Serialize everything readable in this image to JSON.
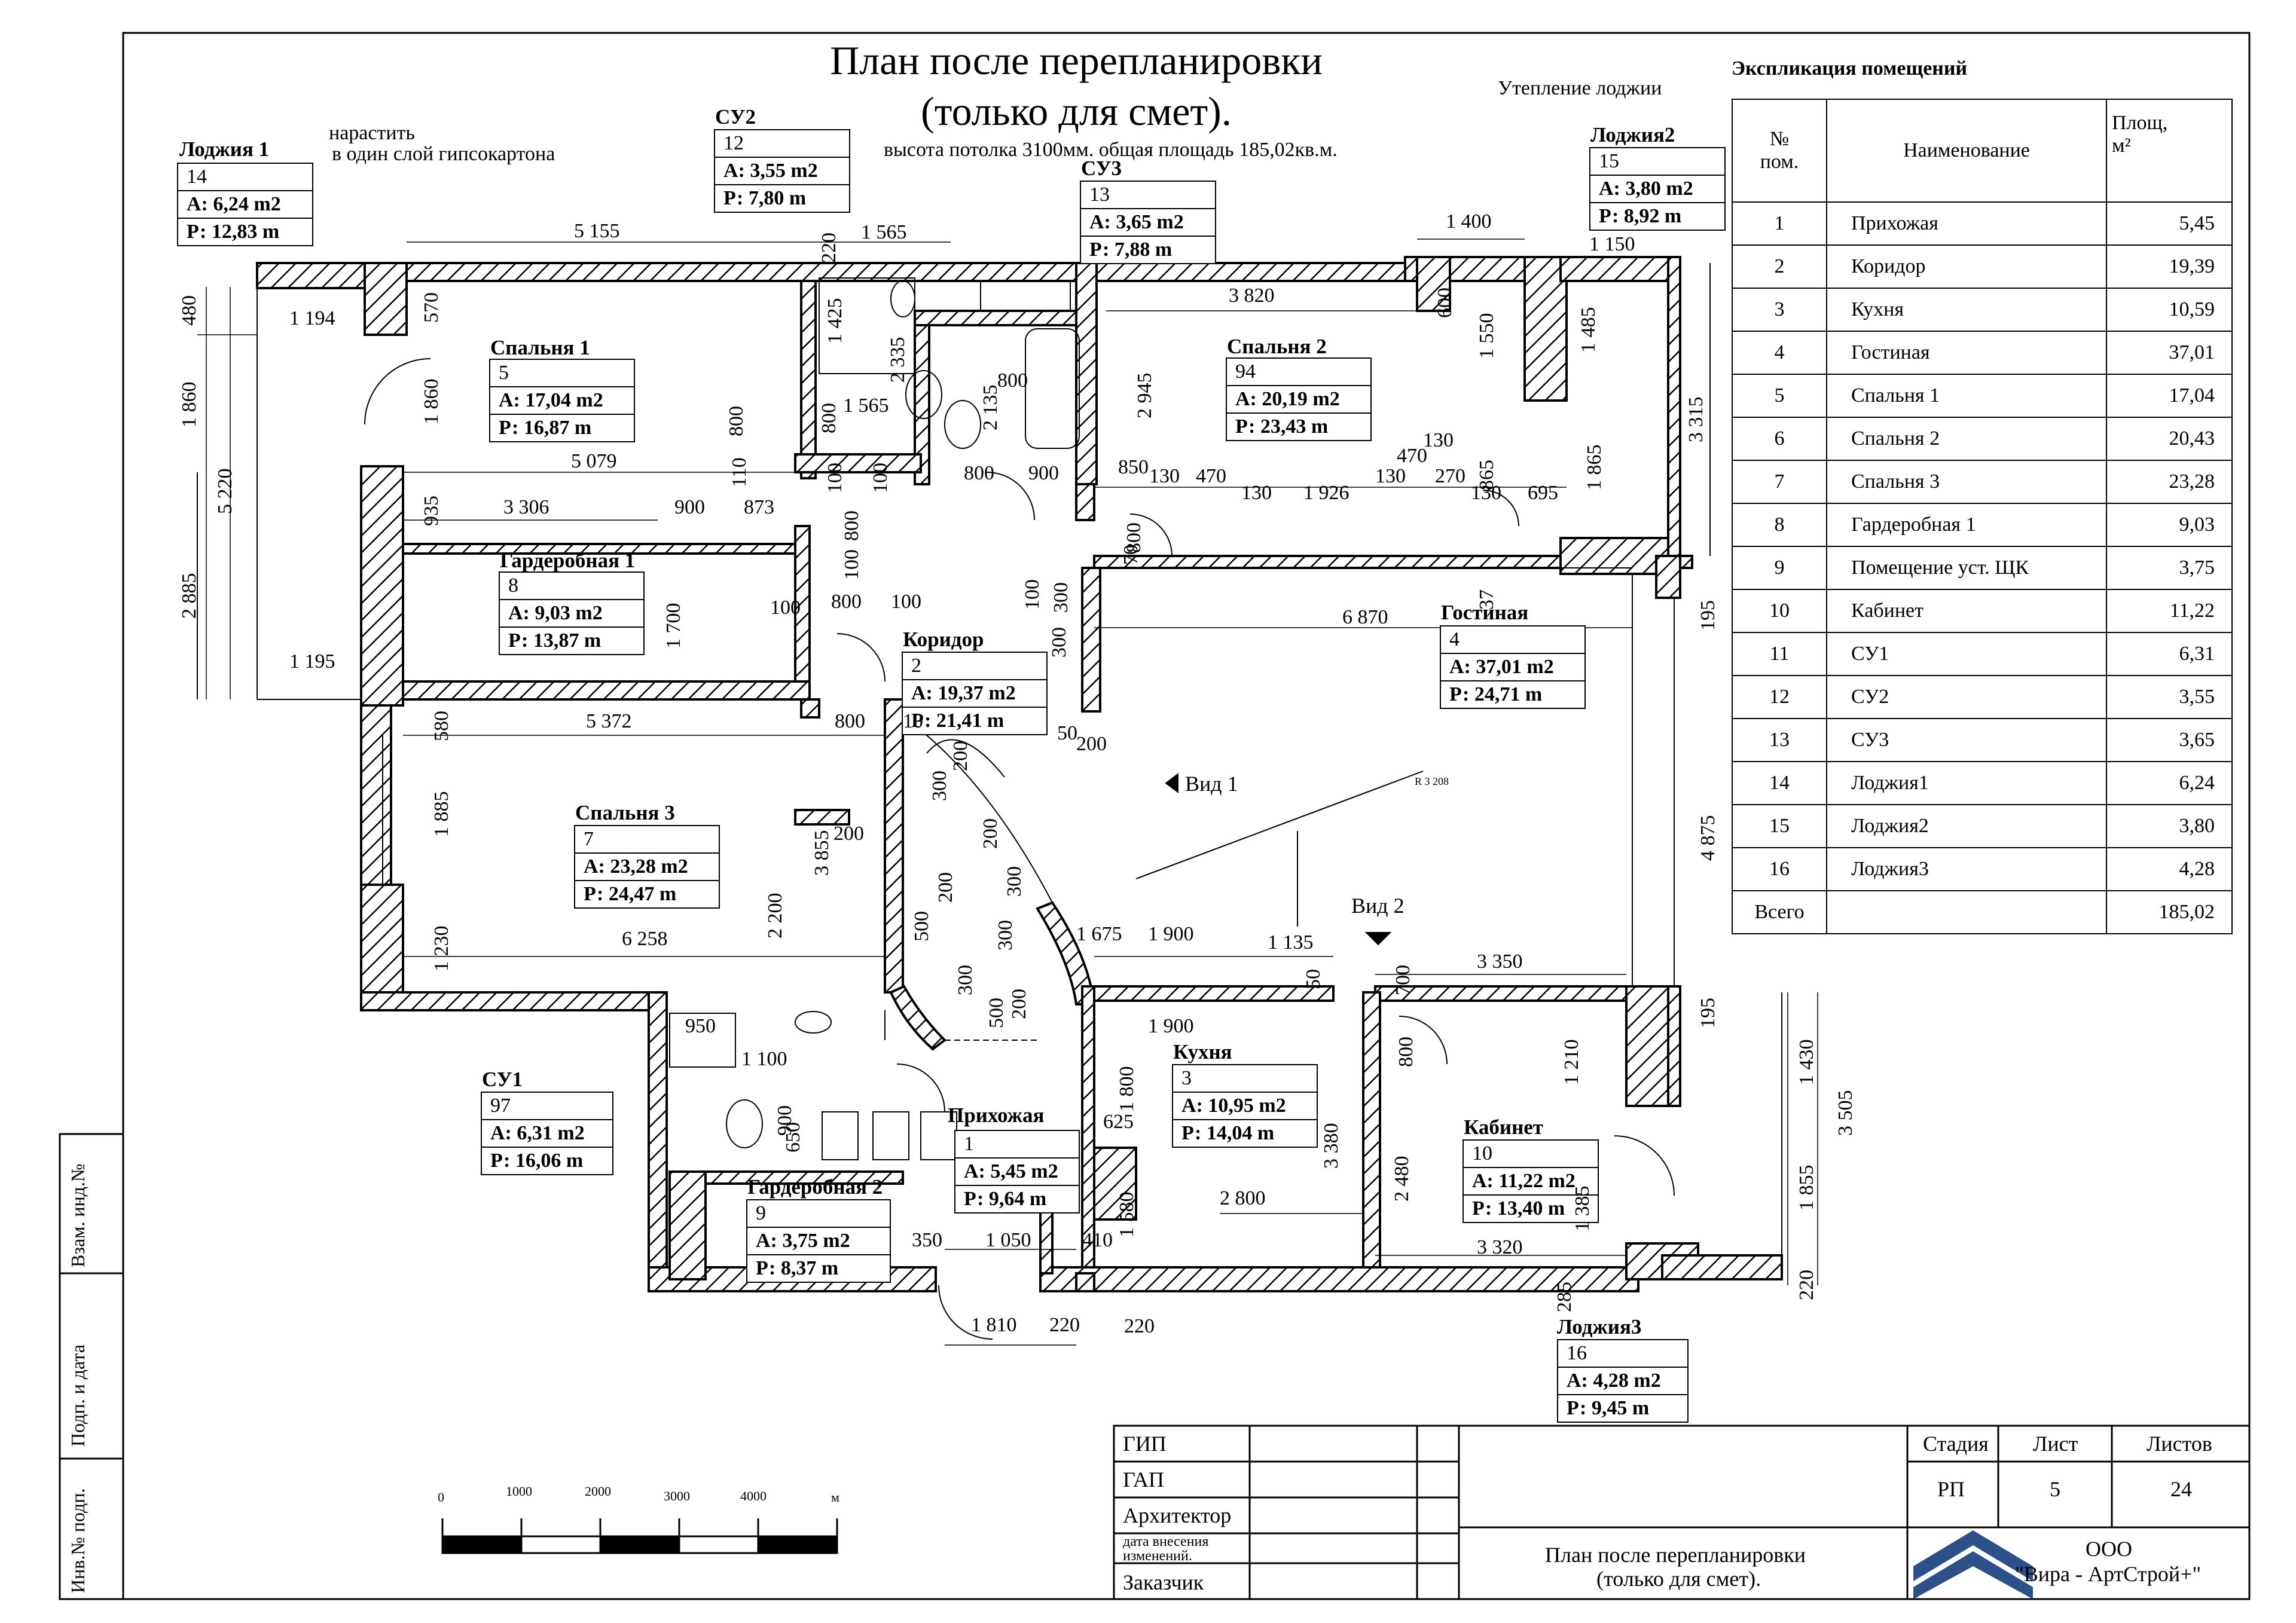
{
  "title": {
    "line1": "План после перепланировки",
    "line2": "(только для смет)."
  },
  "subtitle": "высота потолка 3100мм. общая площадь  185,02кв.м.",
  "notes": {
    "gypsum": [
      "нарастить",
      "в один слой гипсокартона"
    ],
    "insulation": "Утепление лоджии"
  },
  "rooms": [
    {
      "label": "Лоджия 1",
      "num": "14",
      "area": "А: 6,24 m2",
      "perim": "Р: 12,83 m"
    },
    {
      "label": "СУ2",
      "num": "12",
      "area": "А: 3,55 m2",
      "perim": "Р: 7,80 m"
    },
    {
      "label": "СУ3",
      "num": "13",
      "area": "А: 3,65 m2",
      "perim": "Р: 7,88 m"
    },
    {
      "label": "Лоджия2",
      "num": "15",
      "area": "А: 3,80 m2",
      "perim": "Р: 8,92 m"
    },
    {
      "label": "Спальня 1",
      "num": "5",
      "area": "А: 17,04 m2",
      "perim": "Р: 16,87 m"
    },
    {
      "label": "Спальня 2",
      "num": "94",
      "area": "А: 20,19 m2",
      "perim": "Р: 23,43 m"
    },
    {
      "label": "Гардеробная 1",
      "num": "8",
      "area": "А: 9,03 m2",
      "perim": "Р: 13,87 m"
    },
    {
      "label": "Коридор",
      "num": "2",
      "area": "А: 19,37 m2",
      "perim": "Р: 21,41 m"
    },
    {
      "label": "Гостиная",
      "num": "4",
      "area": "А: 37,01 m2",
      "perim": "Р: 24,71 m"
    },
    {
      "label": "Спальня 3",
      "num": "7",
      "area": "А: 23,28 m2",
      "perim": "Р: 24,47 m"
    },
    {
      "label": "СУ1",
      "num": "97",
      "area": "А: 6,31 m2",
      "perim": "Р: 16,06 m"
    },
    {
      "label": "Прихожая",
      "num": "1",
      "area": "А: 5,45 m2",
      "perim": "Р: 9,64 m"
    },
    {
      "label": "Кухня",
      "num": "3",
      "area": "А: 10,95 m2",
      "perim": "Р: 14,04 m"
    },
    {
      "label": "Кабинет",
      "num": "10",
      "area": "А: 11,22 m2",
      "perim": "Р: 13,40 m"
    },
    {
      "label": "Гардеробная 2",
      "num": "9",
      "area": "А: 3,75 m2",
      "perim": "Р: 8,37 m"
    },
    {
      "label": "Лоджия3",
      "num": "16",
      "area": "А: 4,28 m2",
      "perim": "Р: 9,45 m"
    }
  ],
  "dims": [
    "5 155",
    "1 565",
    "220",
    "1 400",
    "1 150",
    "1 194",
    "480",
    "570",
    "1 860",
    "1 860",
    "5 220",
    "2 885",
    "1 195",
    "1 425",
    "2 335",
    "1 565",
    "800",
    "2 135",
    "800",
    "3 820",
    "600",
    "1 550",
    "1 485",
    "2 945",
    "3 315",
    "5 079",
    "110",
    "800",
    "100",
    "100",
    "800",
    "900",
    "850",
    "130",
    "470",
    "130",
    "1 926",
    "130",
    "470",
    "130",
    "270",
    "865",
    "130",
    "695",
    "1 865",
    "935",
    "3 306",
    "900",
    "873",
    "800",
    "100",
    "100",
    "800",
    "100",
    "70",
    "800",
    "1 700",
    "300",
    "300",
    "100",
    "37",
    "6 870",
    "195",
    "5 372",
    "800",
    "10",
    "50",
    "200",
    "580",
    "1 885",
    "200",
    "3 855",
    "2 200",
    "4 875",
    "300",
    "200",
    "200",
    "300",
    "200",
    "300",
    "500",
    "1 230",
    "6 258",
    "300",
    "500",
    "1 675",
    "1 900",
    "1 135",
    "50",
    "3 350",
    "700",
    "200",
    "950",
    "1 100",
    "900",
    "650",
    "1 900",
    "800",
    "1 800",
    "1 210",
    "1 430",
    "195",
    "3 505",
    "220",
    "625",
    "3 380",
    "2 480",
    "1 580",
    "2 800",
    "1 855",
    "1 385",
    "3 320",
    "220",
    "350",
    "1 050",
    "410",
    "285",
    "1 810",
    "220",
    "R 3 208"
  ],
  "views": {
    "v1": "Вид 1",
    "v2": "Вид 2"
  },
  "explication": {
    "title": "Экспликация помещений",
    "headers": {
      "num": [
        "№",
        "пом."
      ],
      "name": "Наименование",
      "area": [
        "Площ,",
        "м²"
      ]
    },
    "rows": [
      {
        "n": "1",
        "name": "Прихожая",
        "area": "5,45"
      },
      {
        "n": "2",
        "name": "Коридор",
        "area": "19,39"
      },
      {
        "n": "3",
        "name": "Кухня",
        "area": "10,59"
      },
      {
        "n": "4",
        "name": "Гостиная",
        "area": "37,01"
      },
      {
        "n": "5",
        "name": "Спальня 1",
        "area": "17,04"
      },
      {
        "n": "6",
        "name": "Спальня 2",
        "area": "20,43"
      },
      {
        "n": "7",
        "name": "Спальня 3",
        "area": "23,28"
      },
      {
        "n": "8",
        "name": "Гардеробная 1",
        "area": "9,03"
      },
      {
        "n": "9",
        "name": "Помещение уст. ЩК",
        "area": "3,75"
      },
      {
        "n": "10",
        "name": "Кабинет",
        "area": "11,22"
      },
      {
        "n": "11",
        "name": "СУ1",
        "area": "6,31"
      },
      {
        "n": "12",
        "name": "СУ2",
        "area": "3,55"
      },
      {
        "n": "13",
        "name": "СУ3",
        "area": "3,65"
      },
      {
        "n": "14",
        "name": "Лоджия1",
        "area": "6,24"
      },
      {
        "n": "15",
        "name": "Лоджия2",
        "area": "3,80"
      },
      {
        "n": "16",
        "name": "Лоджия3",
        "area": "4,28"
      }
    ],
    "total": {
      "label": "Всего",
      "area": "185,02"
    }
  },
  "scale": {
    "ticks": [
      "0",
      "1000",
      "2000",
      "3000",
      "4000"
    ],
    "unit": "м"
  },
  "stamp": {
    "roles": [
      "ГИП",
      "ГАП",
      "Архитектор",
      "дата  внесения",
      "изменений.",
      "Заказчик"
    ],
    "stage_h": "Стадия",
    "sheet_h": "Лист",
    "sheets_h": "Листов",
    "stage": "РП",
    "sheet": "5",
    "sheets": "24",
    "title": [
      "План после перепланировки",
      "(только для смет)."
    ],
    "company": [
      "ООО",
      "\"Вира - АртСтрой+\""
    ]
  },
  "side": [
    "Инв.№ подп.",
    "Подп. и дата",
    "Взам. инд.№"
  ]
}
